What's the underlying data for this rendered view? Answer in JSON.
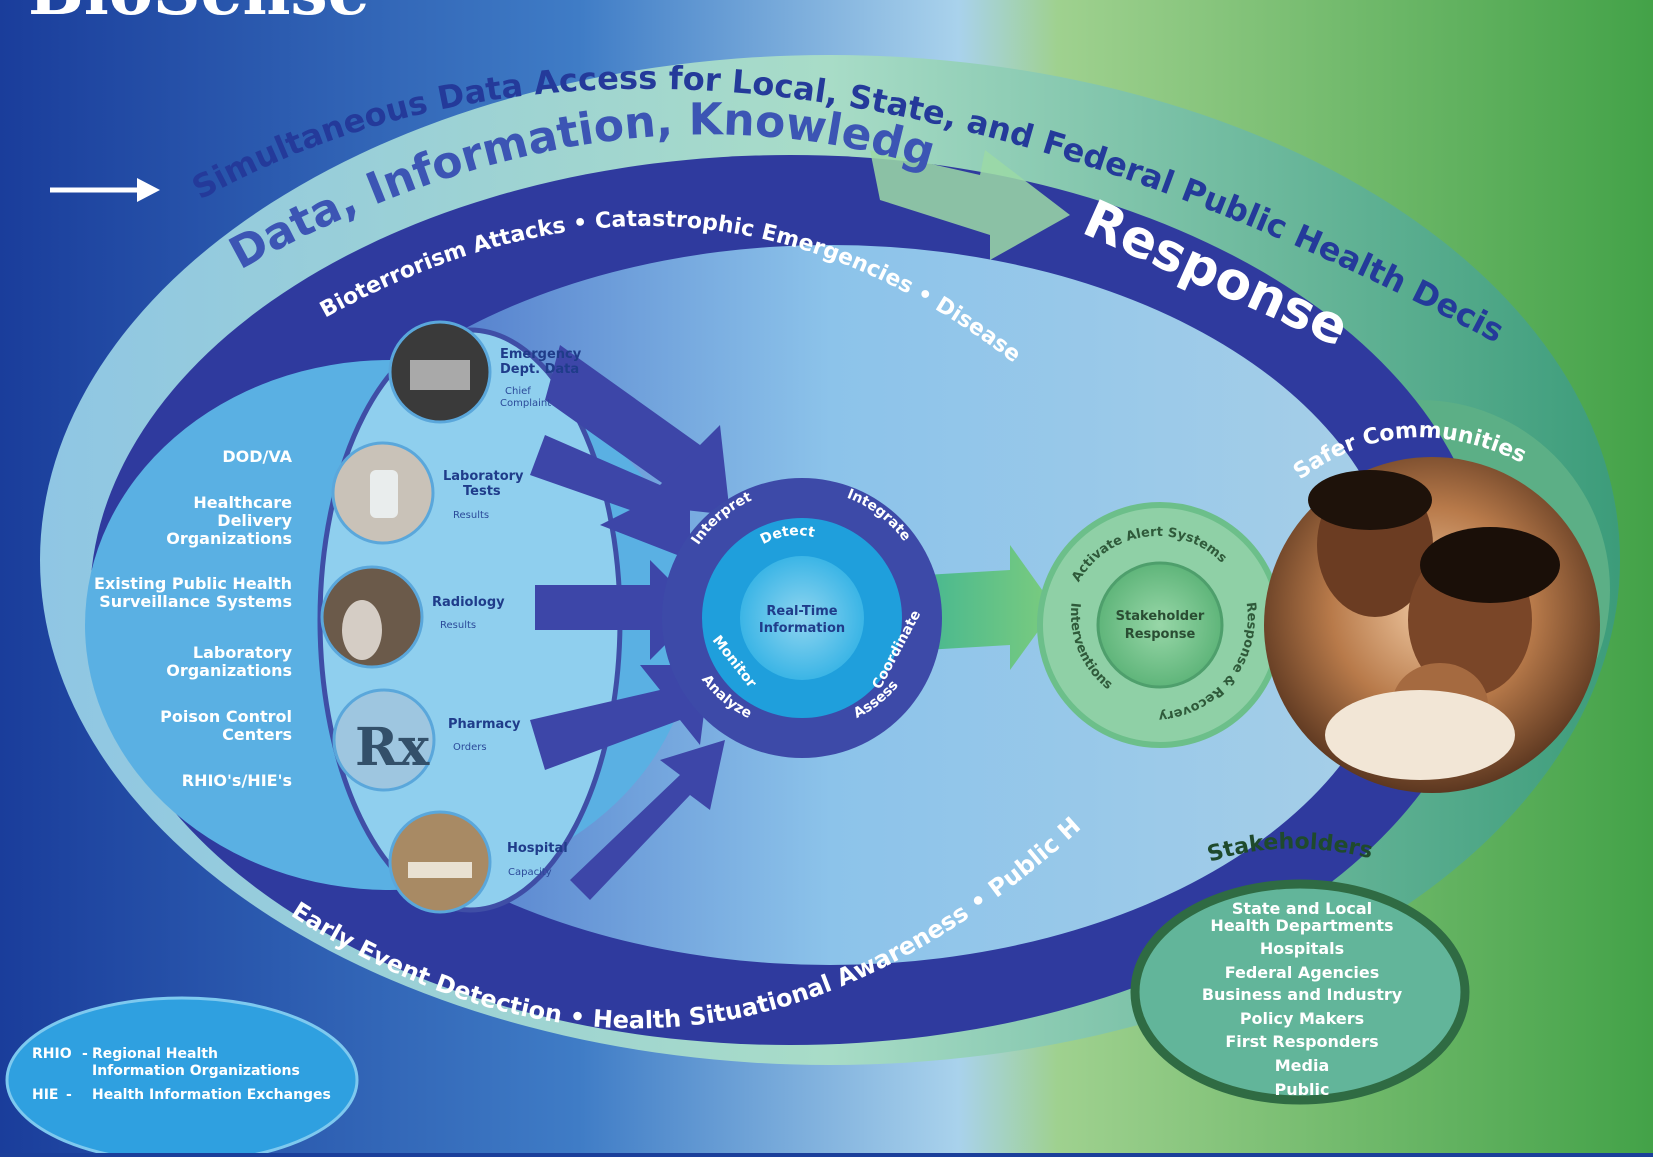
{
  "title": "BioSense",
  "outer_arc": "Simultaneous Data Access for Local, State, and Federal Public Health Decision Makers",
  "dik_arc": "Data, Information, Knowledge",
  "response_label": "Response",
  "top_threats": "Bioterrorism Attacks  •  Catastrophic Emergencies  •  Disease Outbreaks",
  "bottom_uses": "Early Event Detection  •  Health Situational Awareness  •  Public Health Response",
  "data_sources": [
    [
      "DOD/VA"
    ],
    [
      "Healthcare",
      "Delivery",
      "Organizations"
    ],
    [
      "Existing Public Health",
      "Surveillance Systems"
    ],
    [
      "Laboratory",
      "Organizations"
    ],
    [
      "Poison Control",
      "Centers"
    ],
    [
      "RHIO's/HIE's"
    ]
  ],
  "feeds": [
    {
      "title": [
        "Emergency",
        "Dept. Data"
      ],
      "sub": [
        "Chief",
        "Complaint"
      ],
      "icon": "emergency-room-photo"
    },
    {
      "title": [
        "Laboratory",
        "Tests"
      ],
      "sub": [
        "Results"
      ],
      "icon": "lab-test-photo"
    },
    {
      "title": [
        "Radiology"
      ],
      "sub": [
        "Results"
      ],
      "icon": "radiology-photo"
    },
    {
      "title": [
        "Pharmacy"
      ],
      "sub": [
        "Orders"
      ],
      "icon": "pharmacy-rx-photo"
    },
    {
      "title": [
        "Hospital"
      ],
      "sub": [
        "Capacity"
      ],
      "icon": "hospital-bed-photo"
    }
  ],
  "hub": {
    "center": [
      "Real-Time",
      "Information"
    ],
    "outer": [
      "Interpret",
      "Integrate",
      "Coordinate",
      "Assess",
      "Analyze"
    ],
    "inner": [
      "Detect",
      "Monitor"
    ]
  },
  "stakeholder_circle": {
    "center": [
      "Stakeholder",
      "Response"
    ],
    "ring": [
      "Activate Alert Systems",
      "Response & Recovery",
      "Interventions"
    ]
  },
  "safer_communities": "Safer Communities",
  "stakeholders": {
    "title": "Stakeholders",
    "items": [
      "State and Local",
      "Health Departments",
      "Hospitals",
      "Federal Agencies",
      "Business and Industry",
      "Policy Makers",
      "First Responders",
      "Media",
      "Public"
    ]
  },
  "legend": [
    {
      "abbr": "RHIO",
      "sep": "-",
      "lines": [
        "Regional Health",
        "Information Organizations"
      ]
    },
    {
      "abbr": "HIE",
      "sep": "-",
      "lines": [
        "Health Information Exchanges"
      ]
    }
  ],
  "colors": {
    "bg_blue": "#1b3f9a",
    "bg_green": "#4ea048",
    "light_green": "#a8d8a2",
    "mid_blue": "#3a4fa8",
    "sky": "#8ccbe8"
  }
}
